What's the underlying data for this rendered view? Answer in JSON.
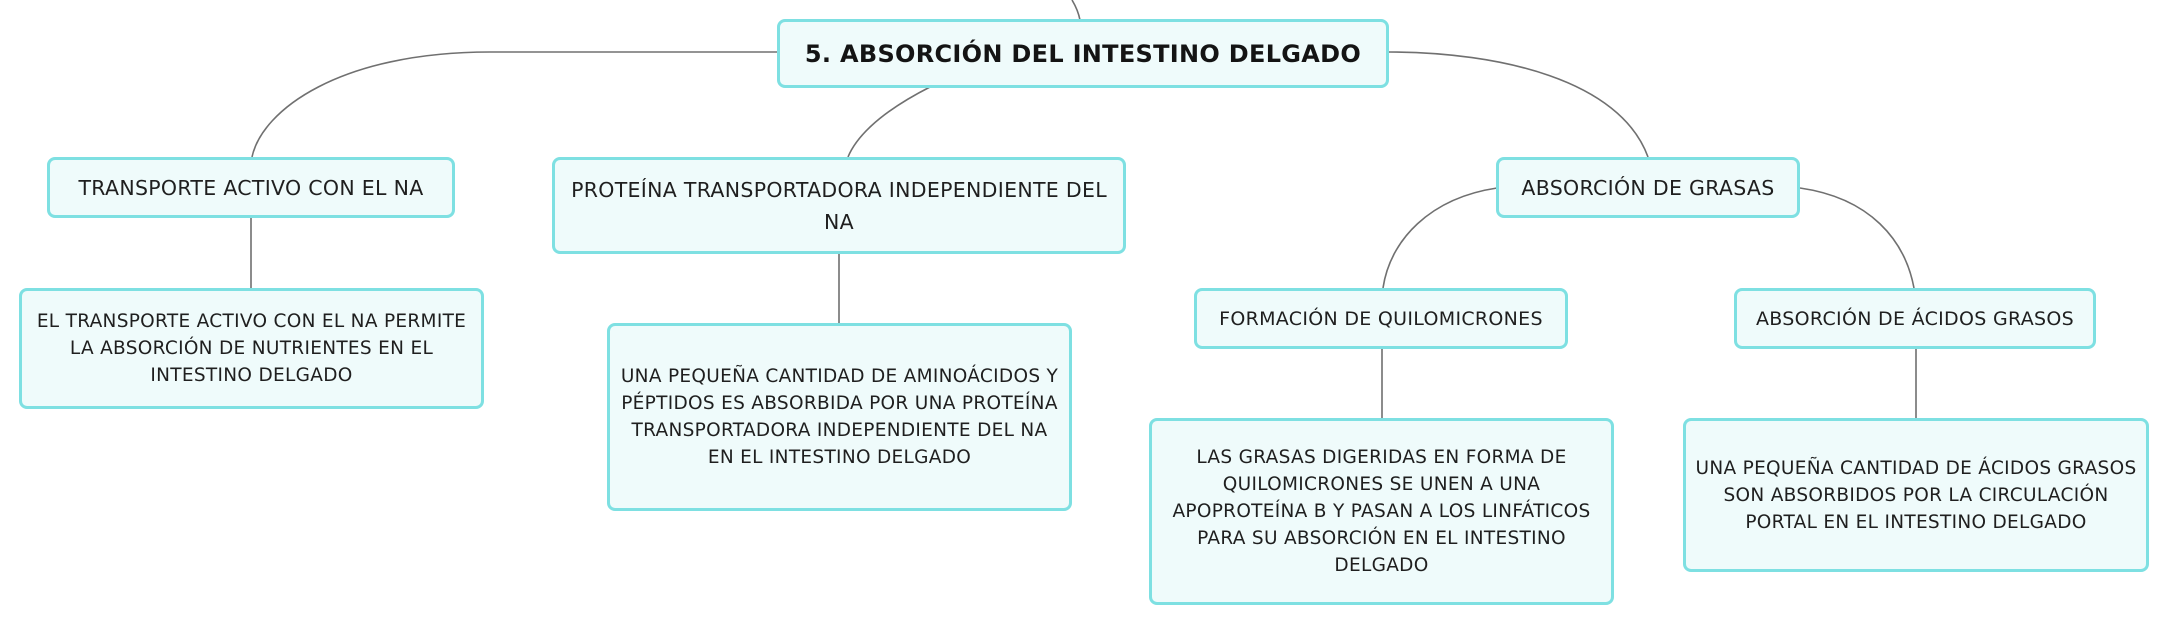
{
  "root": {
    "label": "5. ABSORCIÓN DEL INTESTINO DELGADO"
  },
  "branches": [
    {
      "label": "TRANSPORTE ACTIVO CON EL NA",
      "detail": "EL TRANSPORTE ACTIVO CON EL NA PERMITE LA ABSORCIÓN DE NUTRIENTES EN EL INTESTINO DELGADO"
    },
    {
      "label": "PROTEÍNA TRANSPORTADORA INDEPENDIENTE DEL NA",
      "detail": "UNA PEQUEÑA CANTIDAD DE AMINOÁCIDOS Y PÉPTIDOS ES ABSORBIDA POR UNA PROTEÍNA TRANSPORTADORA INDEPENDIENTE DEL NA EN EL INTESTINO DELGADO"
    },
    {
      "label": "ABSORCIÓN DE GRASAS",
      "children": [
        {
          "label": "FORMACIÓN DE QUILOMICRONES",
          "detail": "LAS GRASAS DIGERIDAS EN FORMA DE QUILOMICRONES SE UNEN A UNA APOPROTEÍNA B Y PASAN A LOS LINFÁTICOS PARA SU ABSORCIÓN EN EL INTESTINO DELGADO"
        },
        {
          "label": "ABSORCIÓN DE ÁCIDOS GRASOS",
          "detail": "UNA PEQUEÑA CANTIDAD DE ÁCIDOS GRASOS SON ABSORBIDOS POR LA CIRCULACIÓN PORTAL EN EL INTESTINO DELGADO"
        }
      ]
    }
  ],
  "colors": {
    "border": "#7ee0e2",
    "fill": "#effbfb",
    "line": "#666666"
  }
}
